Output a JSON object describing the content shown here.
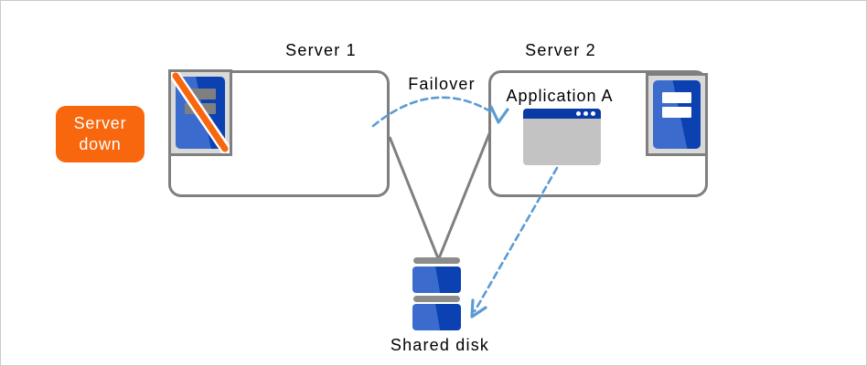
{
  "diagram": {
    "server1": {
      "label": "Server 1",
      "status": "down"
    },
    "server2": {
      "label": "Server 2",
      "status": "up"
    },
    "badge": {
      "line1": "Server",
      "line2": "down"
    },
    "failover": {
      "label": "Failover"
    },
    "application": {
      "label": "Application A"
    },
    "shared_disk": {
      "label": "Shared disk"
    },
    "colors": {
      "status_orange": "#f8660d",
      "server_blue_light": "#3a6bcd",
      "server_blue_dark": "#0c41b2",
      "app_titlebar_navy": "#0a3aa4",
      "connector_gray": "#7f7f7f",
      "arrow_blue": "#5b9bd5",
      "icon_frame_gray": "#d9d9d9",
      "disk_cap_gray": "#8c8c8c"
    }
  }
}
